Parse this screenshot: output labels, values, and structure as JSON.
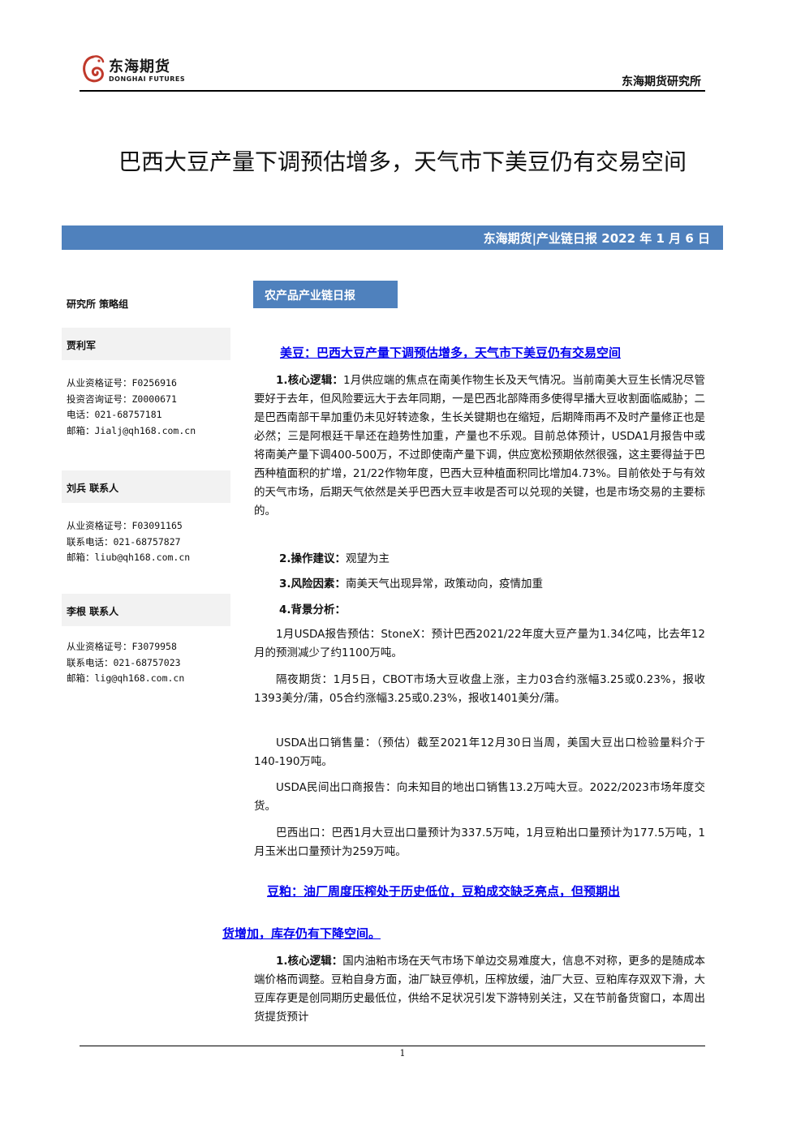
{
  "header": {
    "logo_cn": "东海期货",
    "logo_en": "DONGHAI FUTURES",
    "org": "东海期货研究所"
  },
  "title": "巴西大豆产量下调预估增多，天气市下美豆仍有交易空间",
  "band": "东海期货|产业链日报 2022 年 1 月 6 日",
  "left": {
    "dept": "研究所   策略组",
    "analysts": [
      {
        "name": "贾利军",
        "lines": [
          "从业资格证号：F0256916",
          "投资咨询证号：Z0000671",
          "电话：021-68757181",
          "邮箱：Jialj@qh168.com.cn"
        ]
      },
      {
        "name": "刘兵   联系人",
        "lines": [
          "从业资格证号：F03091165",
          "联系电话：021-68757827",
          "邮箱：liub@qh168.com.cn"
        ]
      },
      {
        "name": "李根   联系人",
        "lines": [
          "从业资格证号：F3079958",
          "联系电话：021-68757023",
          "邮箱：lig@qh168.com.cn"
        ]
      }
    ]
  },
  "section_label": "农产品产业链日报",
  "soy": {
    "heading": "美豆：巴西大豆产量下调预估增多，天气市下美豆仍有交易空间",
    "logic_label": "1.核心逻辑：",
    "logic_text": "1月供应端的焦点在南美作物生长及天气情况。当前南美大豆生长情况尽管要好于去年，但风险要远大于去年同期，一是巴西北部降雨多使得早播大豆收割面临威胁；二是巴西南部干旱加重仍未见好转迹象，生长关键期也在缩短，后期降雨再不及时产量修正也是必然；三是阿根廷干旱还在趋势性加重，产量也不乐观。目前总体预计，USDA1月报告中或将南美产量下调400-500万，不过即使南产量下调，供应宽松预期依然很强，这主要得益于巴西种植面积的扩增，21/22作物年度，巴西大豆种植面积同比增加4.73%。目前依处于与有效的天气市场，后期天气依然是关乎巴西大豆丰收是否可以兑现的关键，也是市场交易的主要标的。",
    "advice_label": "2.操作建议：",
    "advice_text": "观望为主",
    "risk_label": "3.风险因素：",
    "risk_text": "南美天气出现异常，政策动向，疫情加重",
    "bg_label": "4.背景分析：",
    "bg_paras": [
      "1月USDA报告预估：StoneX：预计巴西2021/22年度大豆产量为1.34亿吨，比去年12月的预测减少了约1100万吨。",
      "隔夜期货：1月5日，CBOT市场大豆收盘上涨，主力03合约涨幅3.25或0.23%，报收1393美分/蒲，05合约涨幅3.25或0.23%，报收1401美分/蒲。",
      "USDA出口销售量：（预估）截至2021年12月30日当周，美国大豆出口检验量料介于140-190万吨。",
      "USDA民间出口商报告：向未知目的地出口销售13.2万吨大豆。2022/2023市场年度交货。",
      "巴西出口：巴西1月大豆出口量预计为337.5万吨，1月豆粕出口量预计为177.5万吨，1月玉米出口量预计为259万吨。"
    ]
  },
  "meal": {
    "heading_line1": "豆粕：油厂周度压榨处于历史低位，豆粕成交缺乏亮点，但预期出",
    "heading_line2": "货增加，库存仍有下降空间。",
    "logic_label": "1.核心逻辑：",
    "logic_text": "国内油粕市场在天气市场下单边交易难度大，信息不对称，更多的是随成本端价格而调整。豆粕自身方面，油厂缺豆停机，压榨放缓，油厂大豆、豆粕库存双双下滑，大豆库存更是创同期历史最低位，供给不足状况引发下游特别关注，又在节前备货窗口，本周出货提货预计"
  },
  "page_number": "1"
}
